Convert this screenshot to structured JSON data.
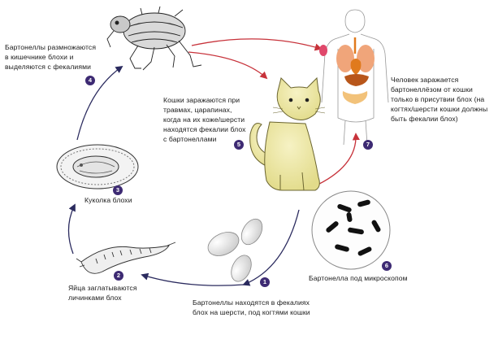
{
  "colors": {
    "badge": "#3d2a73",
    "arrow_cycle": "#2a2a5e",
    "arrow_transmission": "#c7323a",
    "cat_fill": "#ece7a0",
    "organs": "#e07a1d"
  },
  "stages": [
    {
      "number": "1",
      "label": "Бартонеллы находятся в фекалиях\nблох на шерсти, под когтями кошки"
    },
    {
      "number": "2",
      "label": "Яйца заглатываются\nличинками блох"
    },
    {
      "number": "3",
      "label": "Куколка блохи"
    },
    {
      "number": "4",
      "label": "Бартонеллы размножаются\nв кишечнике блохи и\nвыделяются с фекалиями"
    },
    {
      "number": "5",
      "label": "Кошки заражаются при\nтравмах, царапинах,\nкогда на их коже/шерсти\nнаходятся фекалии блох\nс бартонеллами"
    },
    {
      "number": "6",
      "label": "Бартонелла под микроскопом"
    },
    {
      "number": "7",
      "label": "Человек заражается\nбартонеллёзом от кошки\nтолько в присутвии блох (на\nкогтях/шерсти кошки должны\nбыть фекалии блох)"
    }
  ],
  "icons": {
    "flea": "flea-illustration",
    "pupa": "pupa-illustration",
    "larva": "larva-illustration",
    "eggs": "flea-eggs-illustration",
    "cat": "cat-illustration",
    "human": "human-organs-illustration",
    "microscope": "bacteria-microscope-view"
  }
}
